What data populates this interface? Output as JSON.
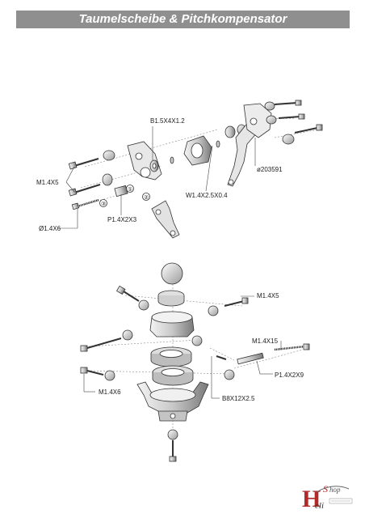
{
  "header": {
    "title": "Taumelscheibe & Pitchkompensator"
  },
  "diagram1": {
    "labels": {
      "b15": "B1.5X4X1.2",
      "m14x5": "M1.4X5",
      "w14": "W1.4X2.5X0.4",
      "p14x2x3": "P1.4X2X3",
      "d14x6": "Ø1.4X6",
      "part": "ø203591"
    },
    "steps": [
      "①",
      "②",
      "③"
    ]
  },
  "diagram2": {
    "labels": {
      "m14x5": "M1.4X5",
      "m14x15": "M1.4X15",
      "p14x2x9": "P1.4X2X9",
      "m14x6": "M1.4X6",
      "b8": "B8X12X2.5"
    }
  },
  "footer": {
    "logo_text": "Heli Shop"
  }
}
